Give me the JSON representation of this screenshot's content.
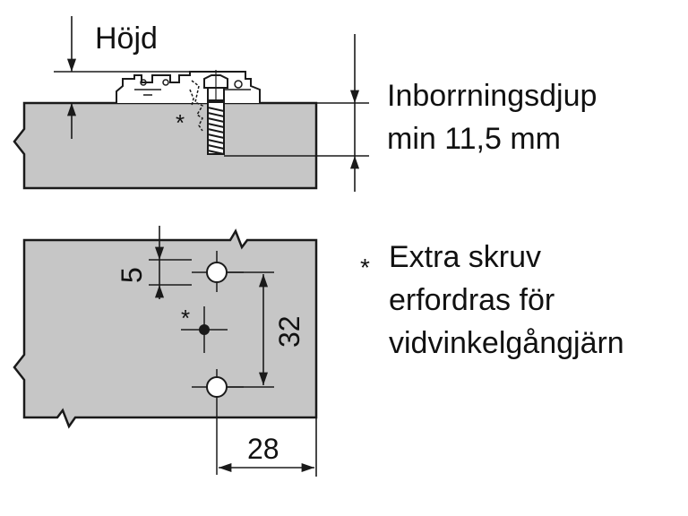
{
  "labels": {
    "height": "Höjd",
    "drill_depth_line1": "Inborrningsdjup",
    "drill_depth_line2": "min 11,5 mm",
    "dim_5": "5",
    "dim_32": "32",
    "dim_28": "28",
    "asterisk": "*"
  },
  "note": {
    "marker": "*",
    "line1": "Extra skruv",
    "line2": "erfordras för",
    "line3": "vidvinkelgångjärn"
  },
  "colors": {
    "panel_fill": "#c6c6c6",
    "line": "#1a1a1a",
    "background": "#ffffff"
  }
}
